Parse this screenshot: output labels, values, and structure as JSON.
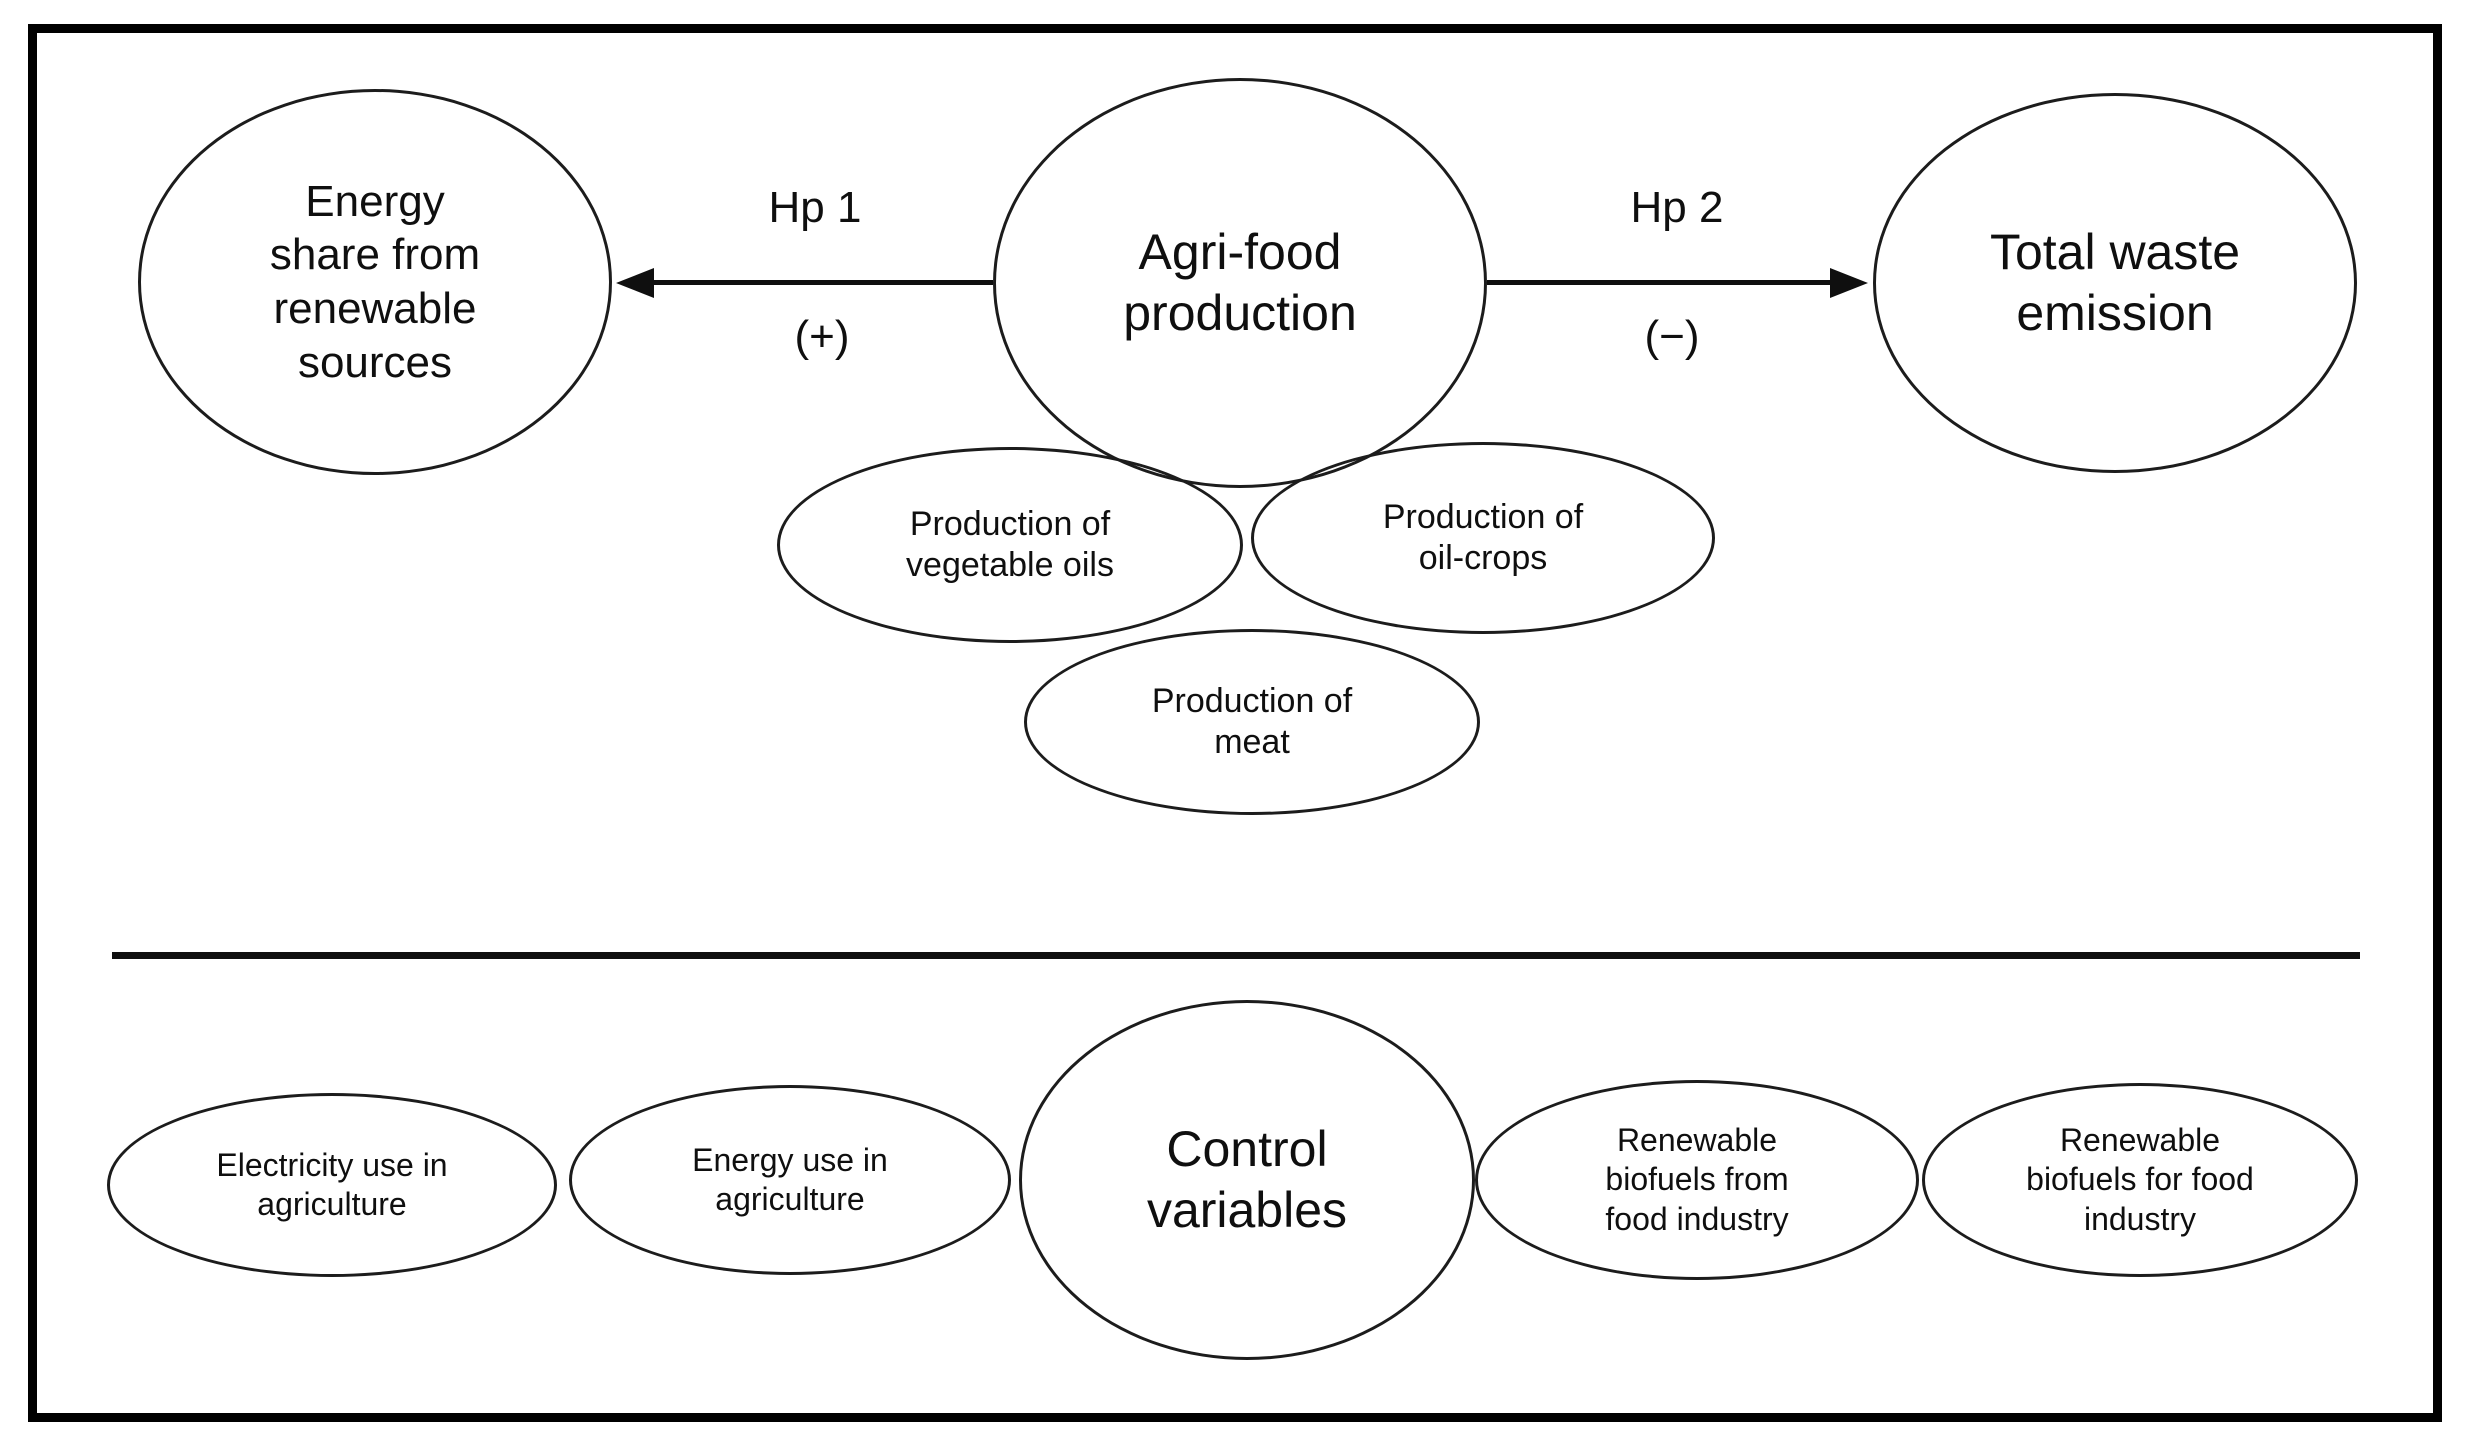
{
  "figure": {
    "type": "conceptual-model-diagram",
    "colors": {
      "stroke": "#1c1c1c",
      "text": "#0f0f0f",
      "background": "#ffffff",
      "frame_border": "#000000"
    },
    "top_section": {
      "nodes": {
        "energy_share": {
          "label": "Energy\nshare from\nrenewable\nsources"
        },
        "agrifood": {
          "label": "Agri-food\nproduction"
        },
        "total_waste": {
          "label": "Total waste\nemission"
        },
        "vegetable_oils": {
          "label": "Production of\nvegetable oils"
        },
        "oil_crops": {
          "label": "Production of\noil-crops"
        },
        "meat": {
          "label": "Production of\nmeat"
        }
      },
      "hypotheses": {
        "hp1": {
          "label": "Hp 1",
          "sign": "(+)",
          "direction": "left"
        },
        "hp2": {
          "label": "Hp 2",
          "sign": "(−)",
          "direction": "right"
        }
      }
    },
    "bottom_section": {
      "nodes": {
        "control": {
          "label": "Control\nvariables"
        },
        "electricity": {
          "label": "Electricity use in\nagriculture"
        },
        "energy_use": {
          "label": "Energy use in\nagriculture"
        },
        "biofuels_from": {
          "label": "Renewable\nbiofuels from\nfood industry"
        },
        "biofuels_for": {
          "label": "Renewable\nbiofuels for food\nindustry"
        }
      }
    }
  }
}
